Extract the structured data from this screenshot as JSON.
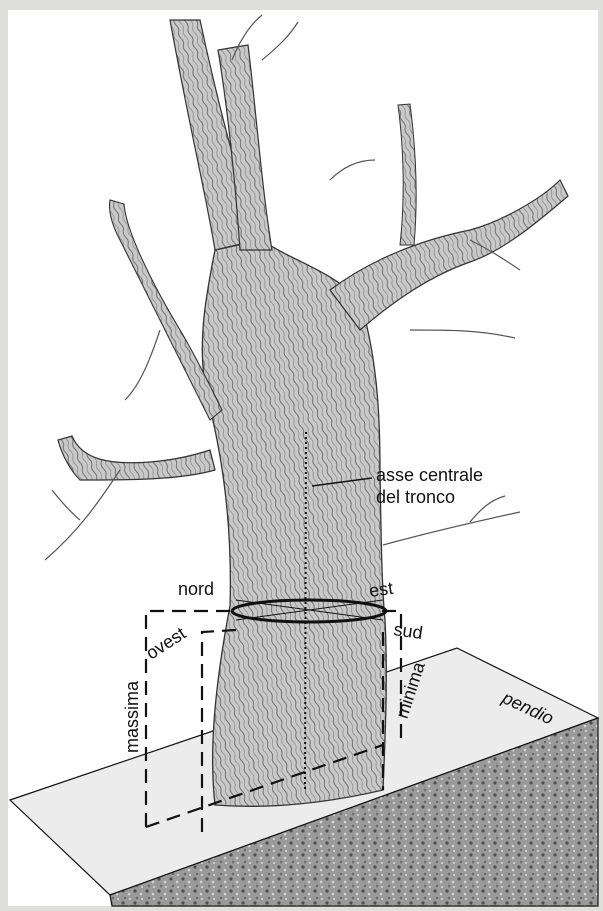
{
  "labels": {
    "axis_line1": "asse centrale",
    "axis_line2": "del tronco",
    "nord": "nord",
    "est": "est",
    "sud": "sud",
    "ovest": "ovest",
    "massima": "massima",
    "minima": "minima",
    "pendio": "pendio"
  },
  "colors": {
    "background": "#dfe0dc",
    "panel": "#ffffff",
    "slope_surface": "#e9e9e9",
    "ground": "#8c8c8c",
    "bark": "#b9b9b9",
    "ink": "#111111"
  }
}
